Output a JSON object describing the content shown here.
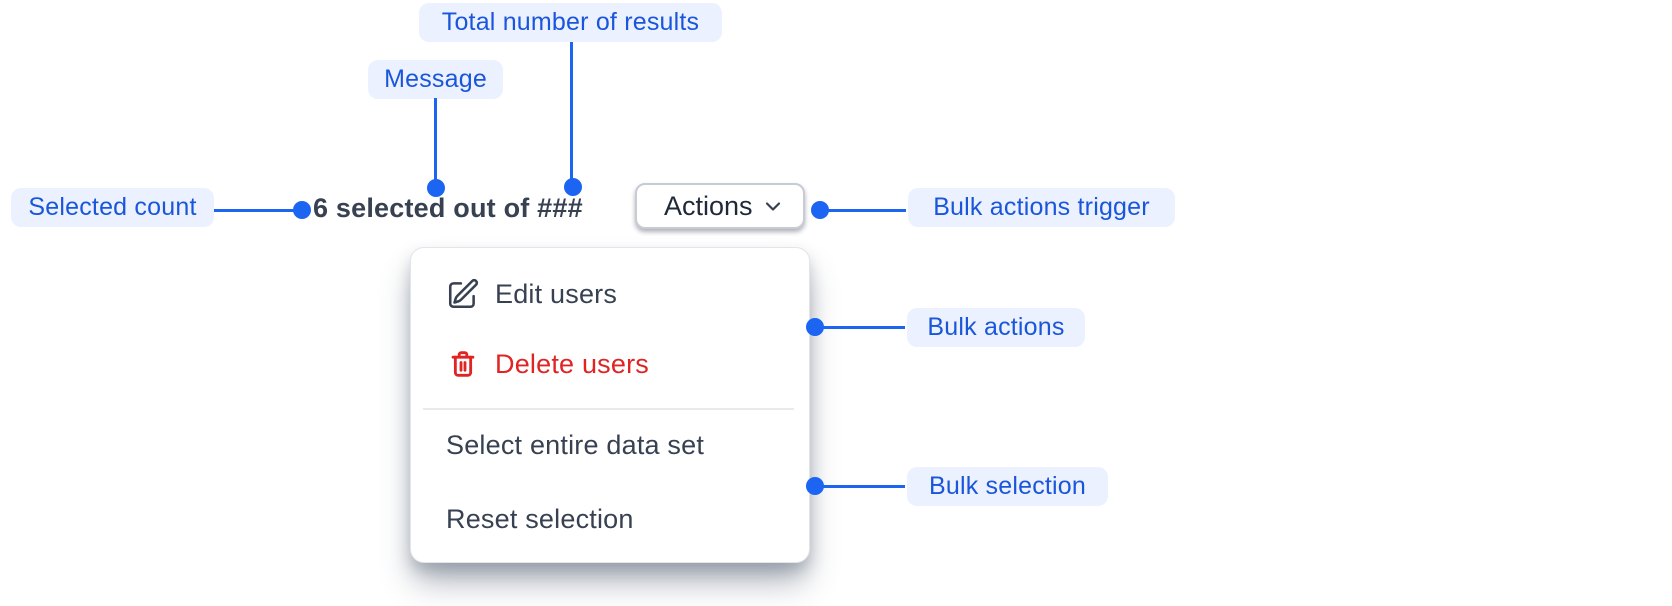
{
  "colors": {
    "annotation_text": "#1A56DB",
    "annotation_bg": "#EBF1FE",
    "connector_blue": "#1C64F2",
    "text_primary": "#374151",
    "danger_red": "#E02424",
    "button_border": "#C7CCD4",
    "divider_gray": "#E8EAED"
  },
  "annotations": {
    "total_results": {
      "label": "Total number of results"
    },
    "message": {
      "label": "Message"
    },
    "selected_count": {
      "label": "Selected count"
    },
    "bulk_actions_trigger": {
      "label": "Bulk actions trigger"
    },
    "bulk_actions": {
      "label": "Bulk actions"
    },
    "bulk_selection": {
      "label": "Bulk selection"
    }
  },
  "toolbar": {
    "selection_message": "6 selected out of ###",
    "actions_button_label": "Actions",
    "actions_button_icon": "chevron-down"
  },
  "menu": {
    "items": [
      {
        "label": "Edit users",
        "icon": "edit-pencil-square-icon",
        "variant": "default"
      },
      {
        "label": "Delete users",
        "icon": "trash-bin-icon",
        "variant": "danger"
      },
      {
        "label": "Select entire data set",
        "icon": null,
        "variant": "default"
      },
      {
        "label": "Reset selection",
        "icon": null,
        "variant": "default"
      }
    ]
  }
}
